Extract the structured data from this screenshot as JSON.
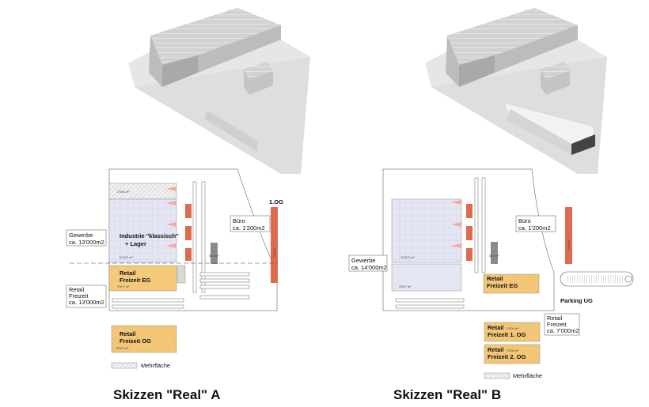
{
  "left": {
    "caption": "Skizzen \"Real\" A",
    "floor_label": "1.OG",
    "zone_labels": {
      "industrie_1": "Industrie \"klassisch\"",
      "industrie_2": "+ Lager",
      "retail_eg_1": "Retail",
      "retail_eg_2": "Freizeit EG",
      "retail_og_1": "Retail",
      "retail_og_2": "Freizeit OG"
    },
    "callouts": {
      "gewerbe_1": "Gewerbe",
      "gewerbe_2": "ca. 13'000m2",
      "retail_1": "Retail",
      "retail_2": "Freizeit",
      "retail_3": "ca. 13'000m2",
      "buero_1": "Büro",
      "buero_2": "ca. 1'200m2"
    },
    "areas": {
      "top_hatch": "2'000 m²",
      "industrie": "10'322 m²",
      "retail_eg": "3'907 m²",
      "retail_og": "3'907 m²",
      "small_block": "550 m²",
      "red_bar": "605 m²"
    },
    "legend": "Mehrfläche"
  },
  "right": {
    "caption": "Skizzen \"Real\" B",
    "zone_labels": {
      "retail_eg_1": "Retail",
      "retail_eg_2": "Freizeit EG",
      "retail_1og_1": "Retail",
      "retail_1og_2": "Freizeit 1. OG",
      "retail_2og_1": "Retail",
      "retail_2og_2": "Freizeit 2. OG",
      "parking": "Parking UG"
    },
    "callouts": {
      "gewerbe_1": "Gewerbe",
      "gewerbe_2": "ca. 14'000m2",
      "retail_1": "Retail",
      "retail_2": "Freizeit",
      "retail_3": "ca. 7'000m2",
      "buero_1": "Büro",
      "buero_2": "ca. 1'200m2"
    },
    "areas": {
      "industrie": "10'322 m²",
      "lower": "3'907 m²",
      "small_block": "550 m²",
      "red_bar": "605 m²",
      "retail_1og": "2'000 m²",
      "retail_2og": "2'000 m²"
    },
    "legend": "Mehrfläche"
  },
  "colors": {
    "retail": "#f5c97a",
    "red": "#e06a4e",
    "grid": "#e4e6f3",
    "model": "#d9d9d9"
  }
}
